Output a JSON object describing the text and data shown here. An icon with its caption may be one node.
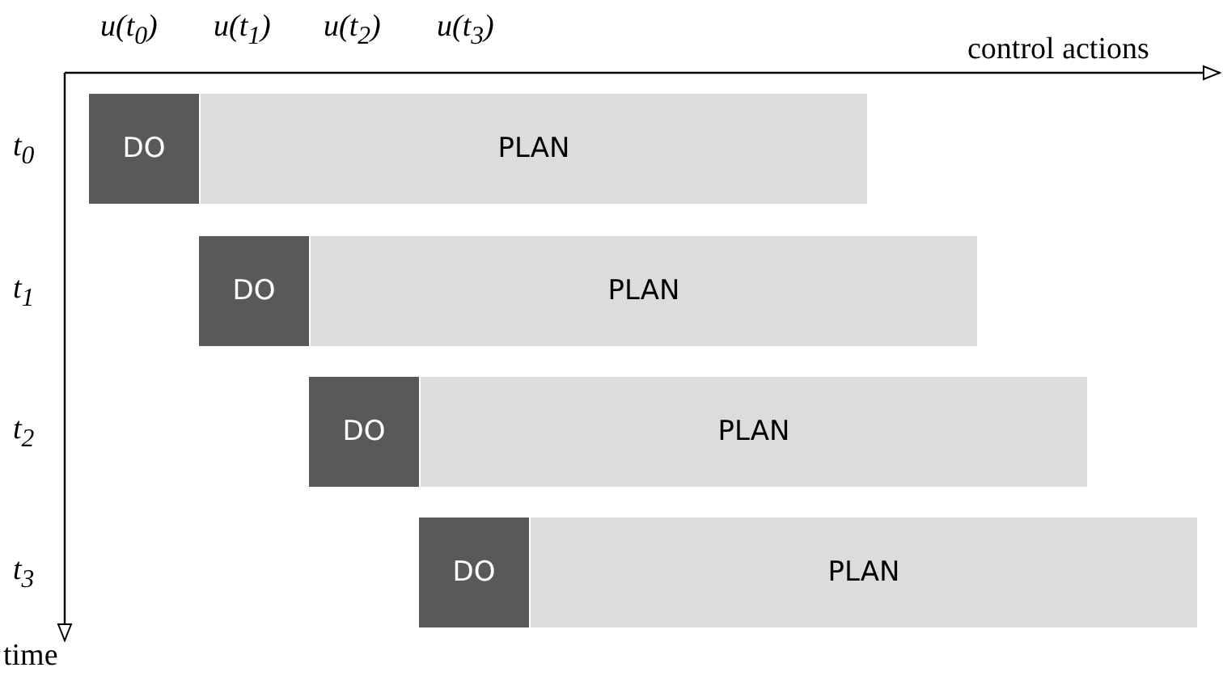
{
  "diagram": {
    "nodes": [
      {
        "text": [
          "DO"
        ]
      },
      {
        "text": [
          "PLAN"
        ]
      },
      {
        "text": [
          "DO"
        ]
      },
      {
        "text": [
          "PLAN"
        ]
      },
      {
        "text": [
          "DO"
        ]
      },
      {
        "text": [
          "PLAN"
        ]
      },
      {
        "text": [
          "DO"
        ]
      },
      {
        "text": [
          "PLAN"
        ]
      }
    ],
    "labels": [
      "u(t$_{0}$)",
      "u(t$_{1}$)",
      "u(t$_{2}$)",
      "u(t$_{3}$)",
      "control actions",
      "t$_{0}$",
      "t$_{1}$",
      "t$_{2}$",
      "t$_{3}$",
      "time"
    ]
  }
}
